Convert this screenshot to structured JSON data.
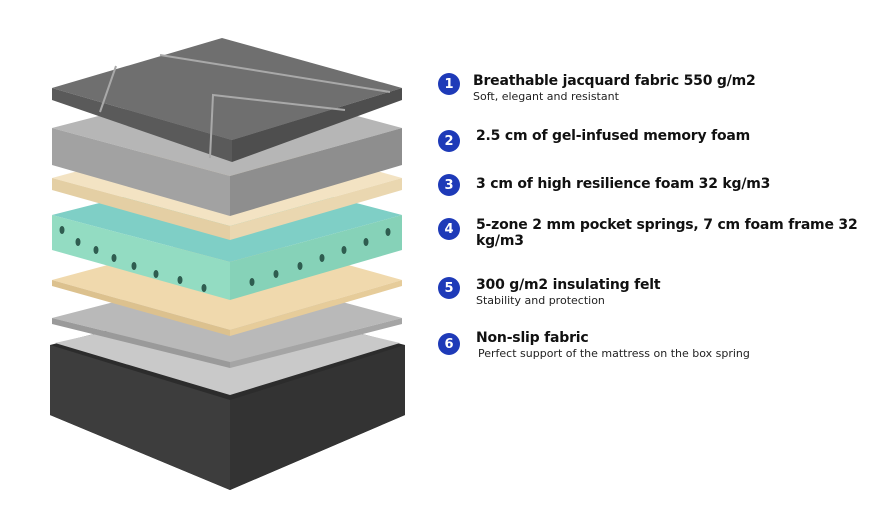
{
  "colors": {
    "badge": "#1e3ab8",
    "jacquard": "#6e6e6e",
    "memory_foam": "#b4b4b4",
    "hr_foam": "#f1e0bd",
    "springs_frame": "#8fd8c0",
    "felt": "#f0d9ad",
    "nonslip": "#b0b0b0",
    "base": "#3a3a3a"
  },
  "layers": [
    {
      "number": "1",
      "title": "Breathable jacquard fabric 550 g/m2",
      "subtitle": "Soft, elegant and resistant"
    },
    {
      "number": "2",
      "title": "2.5 cm of gel-infused memory foam",
      "subtitle": ""
    },
    {
      "number": "3",
      "title": "3 cm of high resilience foam 32 kg/m3",
      "subtitle": ""
    },
    {
      "number": "4",
      "title": "5-zone 2 mm pocket springs, 7 cm foam frame 32 kg/m3",
      "subtitle": ""
    },
    {
      "number": "5",
      "title": "300 g/m2 insulating felt",
      "subtitle": "Stability and protection"
    },
    {
      "number": "6",
      "title": "Non-slip fabric",
      "subtitle": "Perfect support of the mattress on the box spring"
    }
  ]
}
